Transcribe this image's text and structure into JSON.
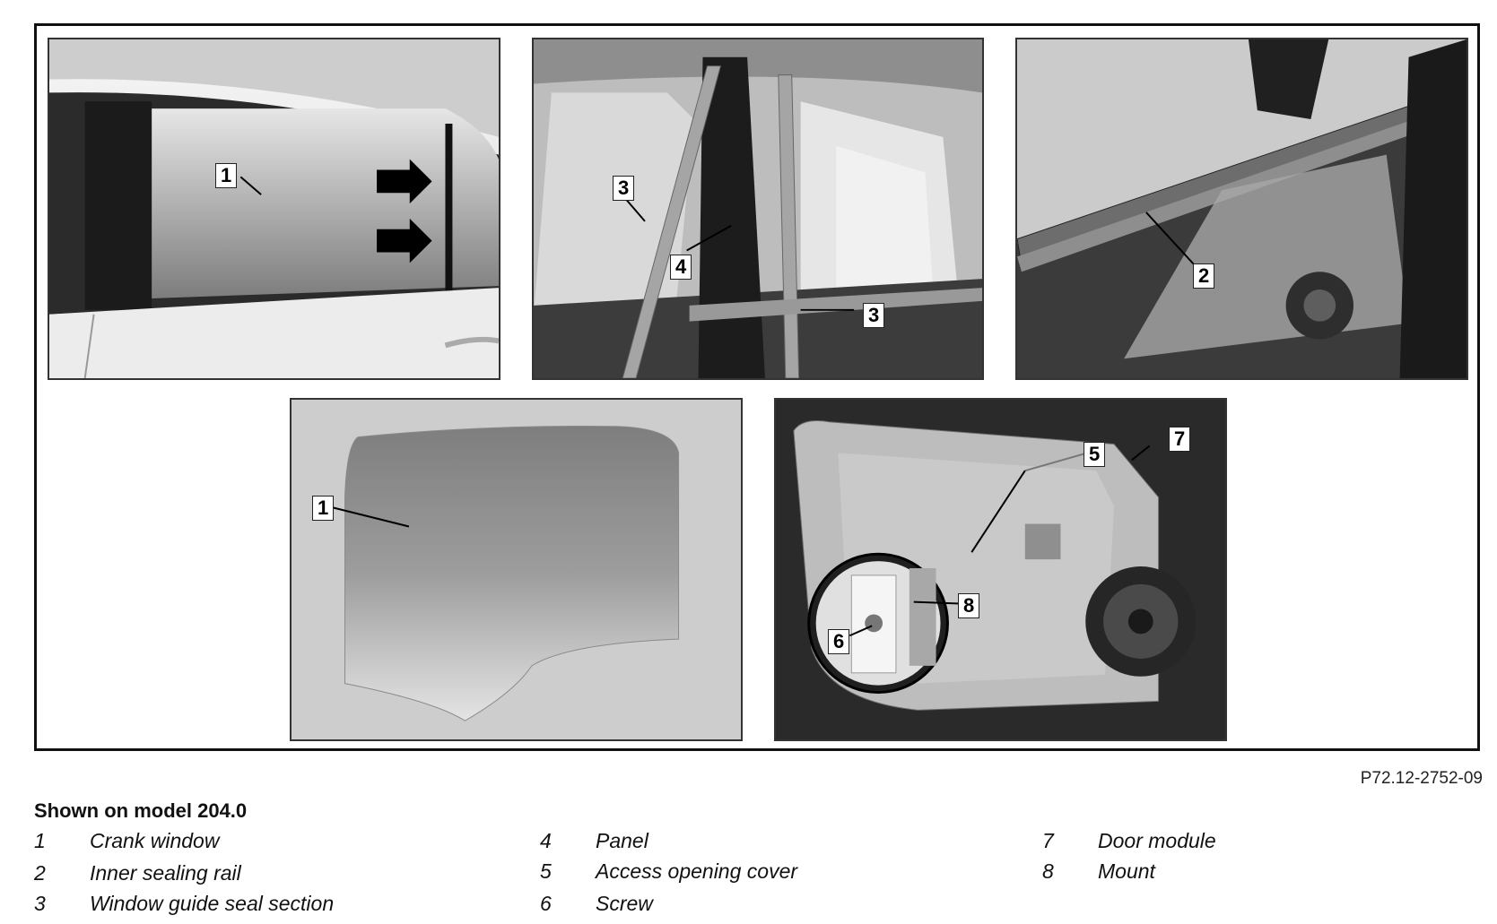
{
  "figure": {
    "reference": "P72.12-2752-09",
    "caption_title": "Shown on model 204.0"
  },
  "callouts": {
    "p1_c1": "1",
    "p2_c3a": "3",
    "p2_c4": "4",
    "p2_c3b": "3",
    "p3_c2": "2",
    "p4_c1": "1",
    "p5_c5": "5",
    "p5_c7": "7",
    "p5_c8": "8",
    "p5_c6": "6"
  },
  "legend": [
    {
      "num": "1",
      "label": "Crank window"
    },
    {
      "num": "2",
      "label": "Inner sealing rail"
    },
    {
      "num": "3",
      "label": "Window guide seal section"
    },
    {
      "num": "4",
      "label": "Panel"
    },
    {
      "num": "5",
      "label": "Access opening cover"
    },
    {
      "num": "6",
      "label": "Screw"
    },
    {
      "num": "7",
      "label": "Door module"
    },
    {
      "num": "8",
      "label": "Mount"
    }
  ]
}
